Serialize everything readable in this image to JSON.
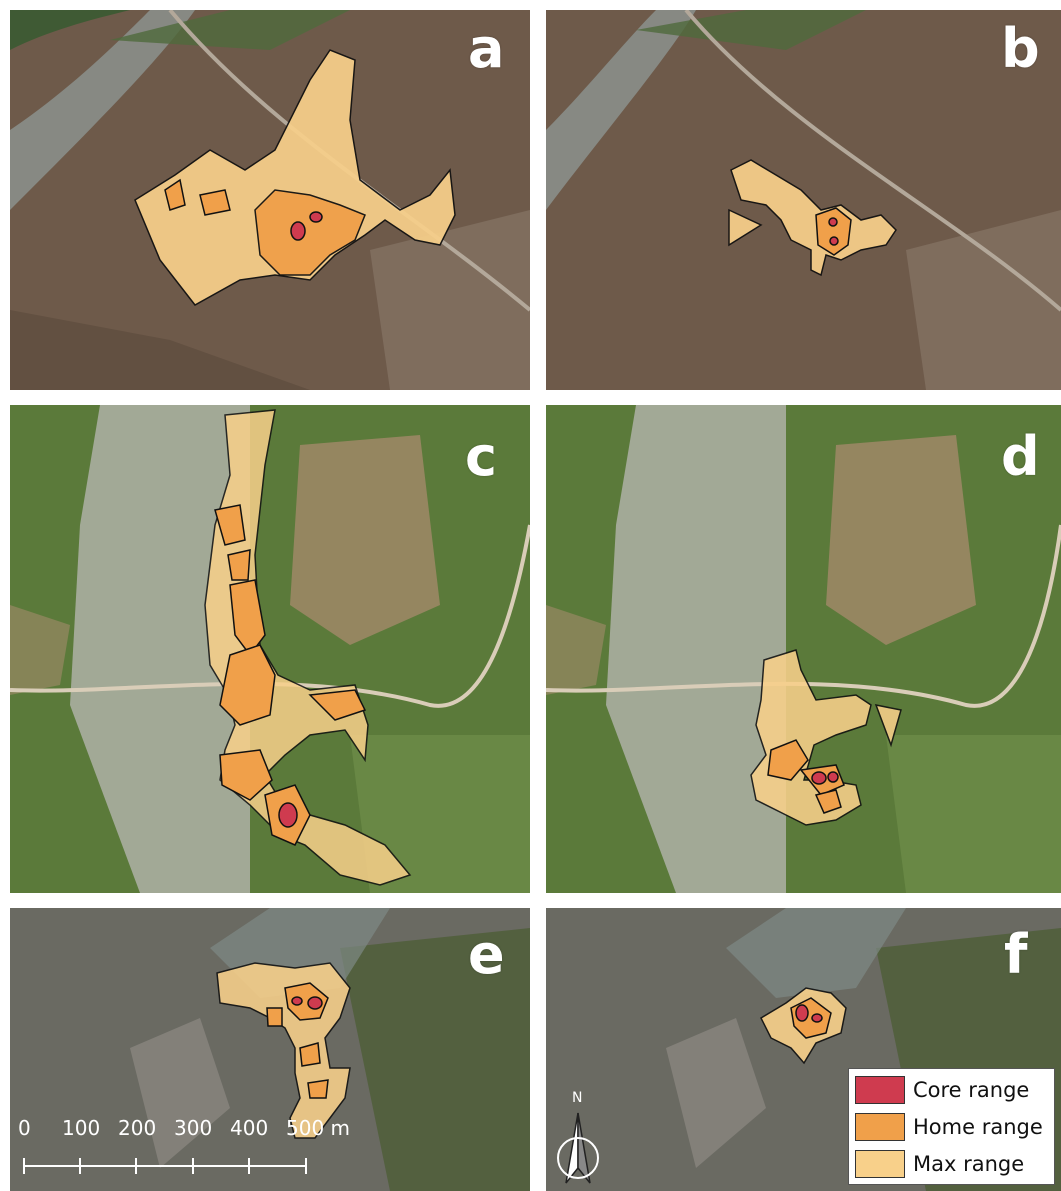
{
  "panels": [
    {
      "letter": "a"
    },
    {
      "letter": "b"
    },
    {
      "letter": "c"
    },
    {
      "letter": "d"
    },
    {
      "letter": "e"
    },
    {
      "letter": "f"
    }
  ],
  "legend": {
    "items": [
      {
        "label": "Core range",
        "color": "#cf3b4f"
      },
      {
        "label": "Home range",
        "color": "#f0a04a"
      },
      {
        "label": "Max range",
        "color": "#f8d08a"
      }
    ]
  },
  "scale_bar": {
    "ticks": [
      "0",
      "100",
      "200",
      "300",
      "400",
      "500 m"
    ]
  },
  "north_arrow": {
    "label": "N"
  },
  "colors": {
    "core": "#cf3b4f",
    "home": "#f0a04a",
    "max": "#f8d08a",
    "dry_terrain": "#6e5a4a",
    "green_terrain": "#5b7a3a",
    "grey_terrain": "#6a6a62"
  }
}
